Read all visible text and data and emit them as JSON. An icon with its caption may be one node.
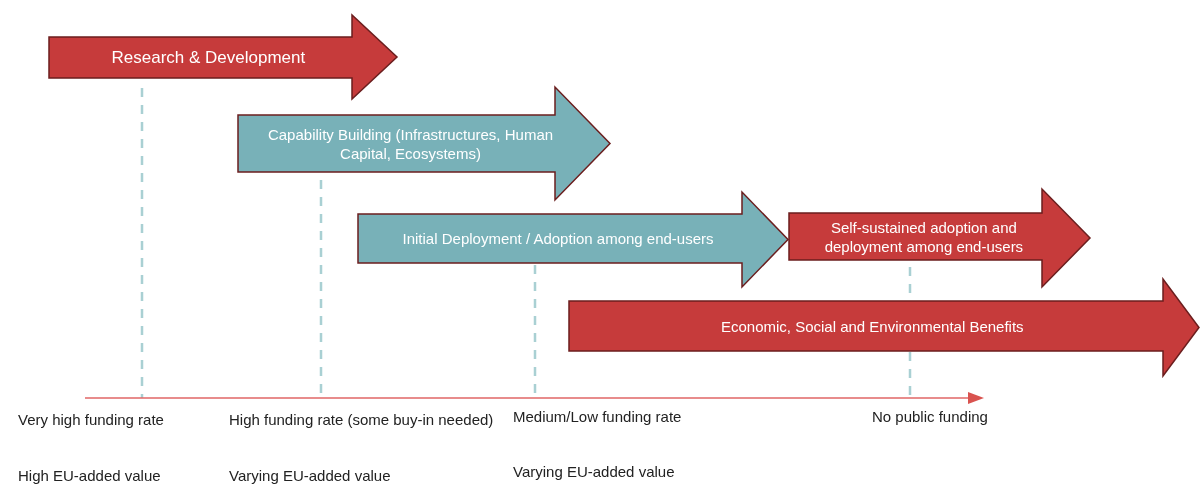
{
  "diagram": {
    "nodes": [
      {
        "text": [
          "Research & Development"
        ]
      },
      {
        "text": [
          "Capability Building (Infrastructures, Human Capital, Ecosystems)"
        ]
      },
      {
        "text": [
          "Initial Deployment / Adoption among end-users"
        ]
      },
      {
        "text": [
          "Self-sustained adoption and deployment among end-users"
        ]
      },
      {
        "text": [
          "Economic, Social and Environmental Benefits"
        ]
      }
    ],
    "labels": [
      "Very high funding rate",
      "High funding rate (some buy-in needed)",
      "Medium/Low funding rate",
      "No public funding",
      "High EU-added value",
      "Varying EU-added value",
      "Varying EU-added value"
    ]
  }
}
